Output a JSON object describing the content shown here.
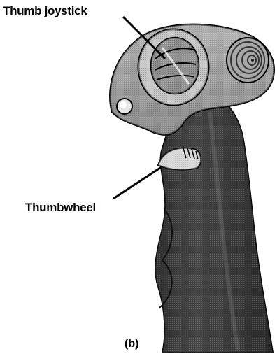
{
  "labels": {
    "thumb_joystick": "Thumb joystick",
    "thumbwheel": "Thumbwheel",
    "panel": "(b)"
  },
  "colors": {
    "background": "#ffffff",
    "outline": "#000000",
    "grip_dark": "#3d3d3d",
    "grip_mid": "#6e6e6e",
    "head_light": "#c8c8c8",
    "highlight": "#eeeeee"
  },
  "icons": {
    "figure": "joystick-grip-illustration"
  }
}
